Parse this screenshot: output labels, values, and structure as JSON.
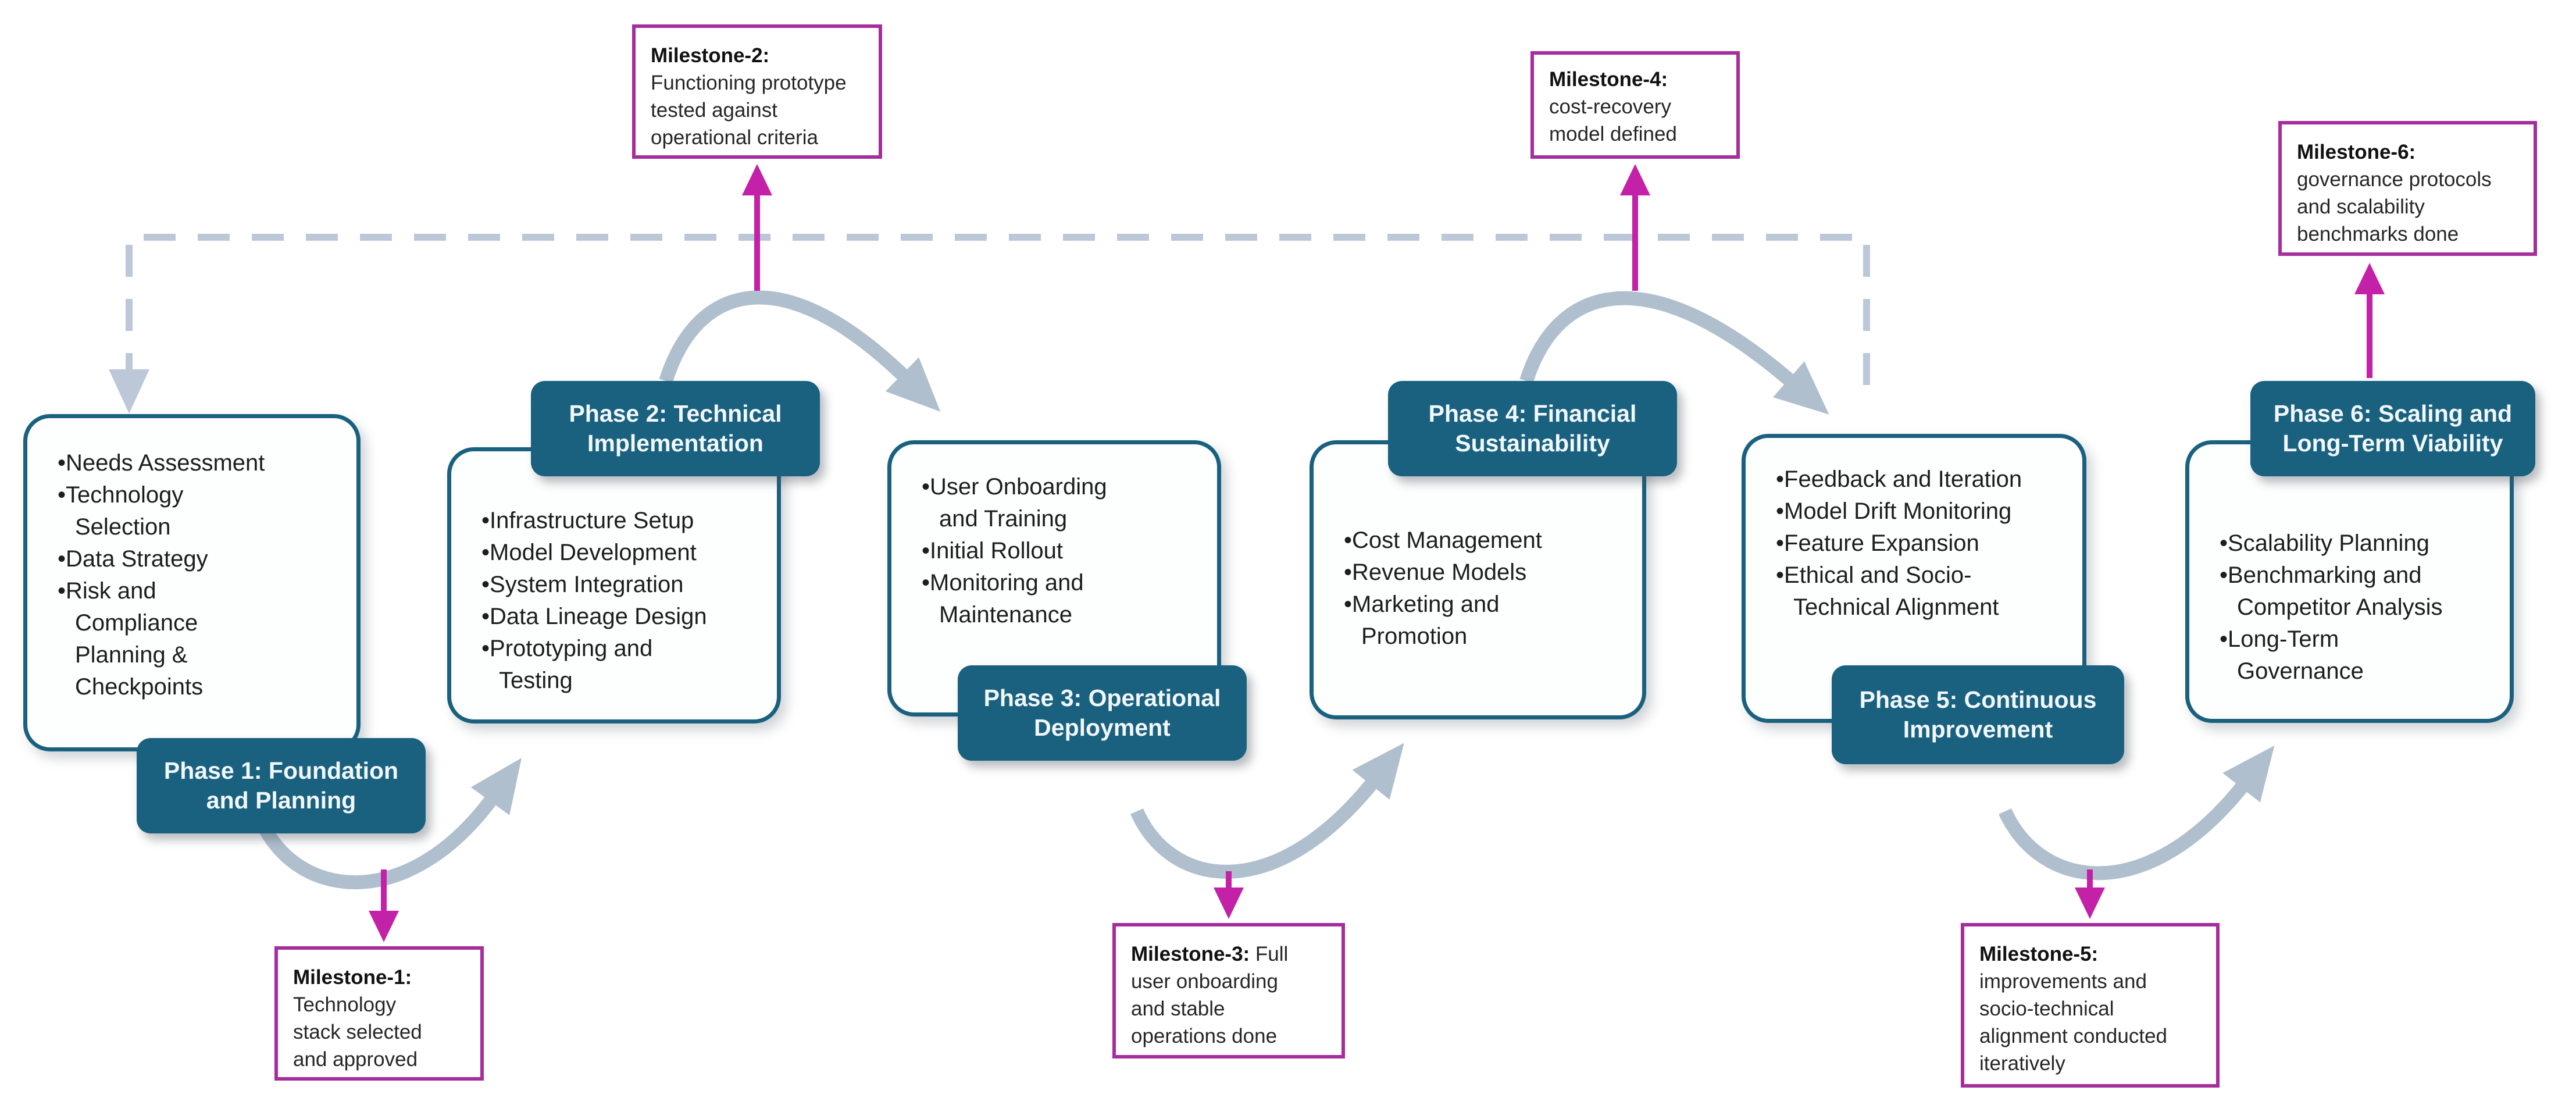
{
  "colors": {
    "phase_teal": "#19617F",
    "phase_label_text": "#F1F7FA",
    "milestone_border_magenta": "#A52D9C",
    "milestone_arrow_magenta": "#C321A8",
    "arc_gray": "#AFBFCD",
    "dashed_gray": "#BCC8D8",
    "body_text": "#1D1D1D",
    "background": "#FFFFFF"
  },
  "phases": [
    {
      "label": [
        "Phase 1: Foundation",
        "and Planning"
      ],
      "bullets": [
        [
          "Needs Assessment"
        ],
        [
          "Technology",
          "Selection"
        ],
        [
          "Data Strategy"
        ],
        [
          "Risk and",
          "Compliance",
          "Planning &",
          "Checkpoints"
        ]
      ]
    },
    {
      "label": [
        "Phase 2: Technical",
        "Implementation"
      ],
      "bullets": [
        [
          "Infrastructure Setup"
        ],
        [
          "Model Development"
        ],
        [
          "System Integration"
        ],
        [
          "Data Lineage Design"
        ],
        [
          "Prototyping and",
          "Testing"
        ]
      ]
    },
    {
      "label": [
        "Phase 3: Operational",
        "Deployment"
      ],
      "bullets": [
        [
          "User Onboarding",
          "and Training"
        ],
        [
          "Initial Rollout"
        ],
        [
          "Monitoring and",
          "Maintenance"
        ]
      ]
    },
    {
      "label": [
        "Phase 4: Financial",
        "Sustainability"
      ],
      "bullets": [
        [
          "Cost Management"
        ],
        [
          "Revenue Models"
        ],
        [
          "Marketing and",
          "Promotion"
        ]
      ]
    },
    {
      "label": [
        "Phase 5: Continuous",
        "Improvement"
      ],
      "bullets": [
        [
          "Feedback and Iteration"
        ],
        [
          "Model Drift Monitoring"
        ],
        [
          "Feature Expansion"
        ],
        [
          "Ethical and Socio-",
          "Technical Alignment"
        ]
      ]
    },
    {
      "label": [
        "Phase 6: Scaling and",
        "Long-Term Viability"
      ],
      "bullets": [
        [
          "Scalability Planning"
        ],
        [
          "Benchmarking and",
          "Competitor Analysis"
        ],
        [
          "Long-Term",
          "Governance"
        ]
      ]
    }
  ],
  "milestones": [
    {
      "title": "Milestone-1:",
      "suffix": "",
      "lines": [
        "Technology",
        "stack selected",
        "and approved"
      ]
    },
    {
      "title": "Milestone-2:",
      "suffix": "",
      "lines": [
        "Functioning prototype",
        "tested against",
        "operational criteria"
      ]
    },
    {
      "title": "Milestone-3:",
      "suffix": " Full",
      "lines": [
        "user onboarding",
        "and stable",
        "operations done"
      ]
    },
    {
      "title": "Milestone-4:",
      "suffix": "",
      "lines": [
        "cost-recovery",
        "model defined"
      ]
    },
    {
      "title": "Milestone-5:",
      "suffix": "",
      "lines": [
        "improvements and",
        "socio-technical",
        "alignment conducted",
        "iteratively"
      ]
    },
    {
      "title": "Milestone-6:",
      "suffix": "",
      "lines": [
        "governance protocols",
        "and scalability",
        "benchmarks done"
      ]
    }
  ]
}
